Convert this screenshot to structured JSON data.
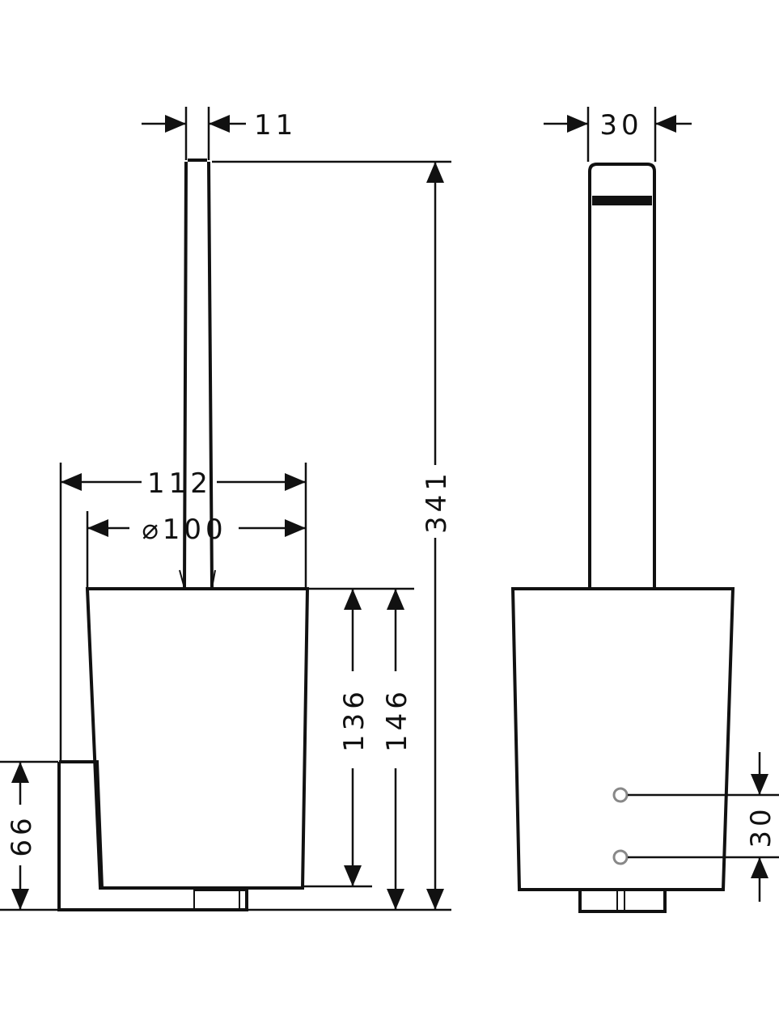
{
  "diagram": {
    "line_color": "#111111",
    "hole_color": "#888888",
    "front_view": {
      "dimensions": {
        "handle_width": "11",
        "total_width": "112",
        "bowl_diameter": "⌀100",
        "bowl_height": "136",
        "container_height": "146",
        "total_height": "341",
        "mount_height": "66"
      }
    },
    "side_view": {
      "dimensions": {
        "handle_width": "30",
        "hole_spacing": "30"
      }
    }
  }
}
